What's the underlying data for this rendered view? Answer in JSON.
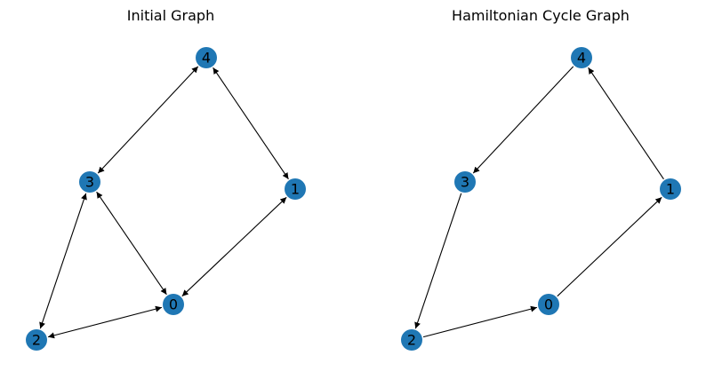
{
  "figure": {
    "panels": [
      {
        "id": "initial",
        "title": "Initial Graph",
        "nodes": [
          "0",
          "1",
          "2",
          "3",
          "4"
        ],
        "edges": [
          {
            "from": "0",
            "to": "1",
            "bidirectional": true
          },
          {
            "from": "0",
            "to": "2",
            "bidirectional": true
          },
          {
            "from": "0",
            "to": "3",
            "bidirectional": true
          },
          {
            "from": "1",
            "to": "4",
            "bidirectional": true
          },
          {
            "from": "2",
            "to": "3",
            "bidirectional": true
          },
          {
            "from": "3",
            "to": "4",
            "bidirectional": true
          }
        ]
      },
      {
        "id": "hamiltonian",
        "title": "Hamiltonian Cycle Graph",
        "nodes": [
          "0",
          "1",
          "2",
          "3",
          "4"
        ],
        "edges": [
          {
            "from": "0",
            "to": "1",
            "bidirectional": false
          },
          {
            "from": "1",
            "to": "4",
            "bidirectional": false
          },
          {
            "from": "4",
            "to": "3",
            "bidirectional": false
          },
          {
            "from": "3",
            "to": "2",
            "bidirectional": false
          },
          {
            "from": "2",
            "to": "0",
            "bidirectional": false
          }
        ]
      }
    ],
    "colors": {
      "node": "#1f77b4",
      "edge": "#000000",
      "label": "#000000",
      "background": "#ffffff"
    }
  }
}
